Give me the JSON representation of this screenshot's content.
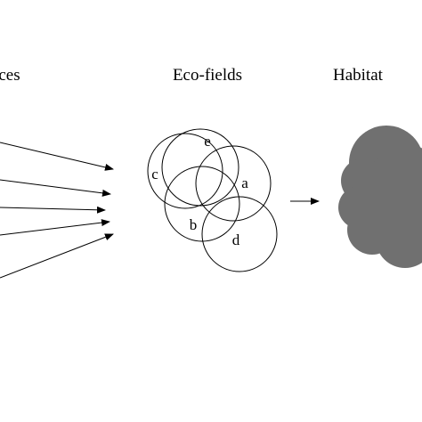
{
  "headings": {
    "resources": "rces",
    "eco_fields": "Eco-fields",
    "habitat": "Habitat"
  },
  "eco_field_labels": {
    "a": "a",
    "b": "b",
    "c": "c",
    "d": "d",
    "e": "e"
  },
  "colors": {
    "line": "#000000",
    "habitat_fill": "#707070",
    "background": "#ffffff"
  }
}
